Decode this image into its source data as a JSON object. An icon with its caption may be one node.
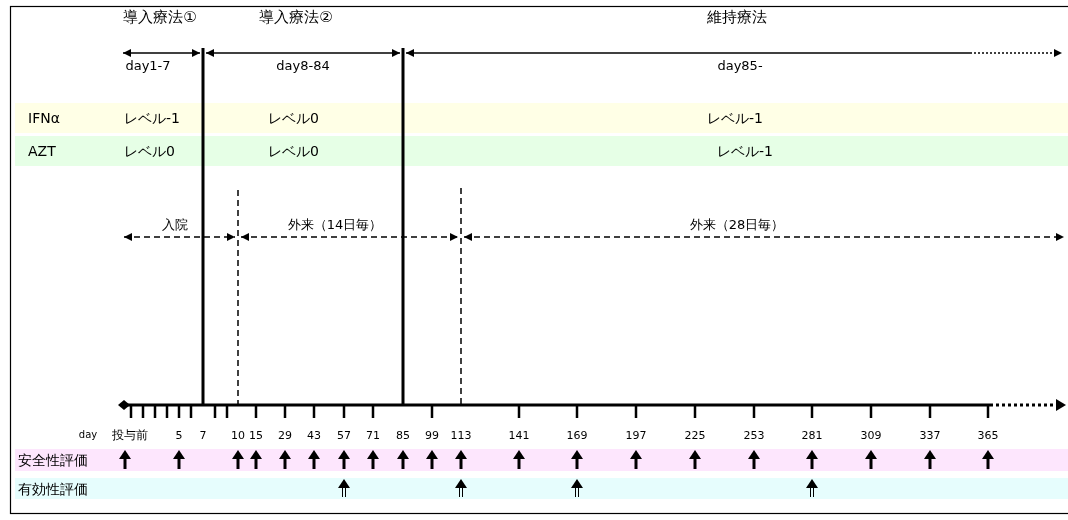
{
  "diagram": {
    "nodes": [
      {
        "text": [
          "IFNα",
          "レベル-1",
          "レベル0",
          "レベル-1"
        ]
      },
      {
        "text": [
          "AZT",
          "レベル0",
          "レベル0",
          "レベル-1"
        ]
      },
      {
        "text": [
          "安全性評価"
        ]
      },
      {
        "text": [
          "有効性評価"
        ]
      }
    ],
    "labels": [
      "導入療法①",
      "導入療法②",
      "維持療法",
      "day1-7",
      "day8-84",
      "day85-",
      "入院",
      "外来（14日毎）",
      "外来（28日毎）",
      "day",
      "投与前",
      "5",
      "7",
      "10",
      "15",
      "29",
      "43",
      "57",
      "71",
      "85",
      "99",
      "113",
      "141",
      "169",
      "197",
      "225",
      "253",
      "281",
      "309",
      "337",
      "365"
    ]
  }
}
